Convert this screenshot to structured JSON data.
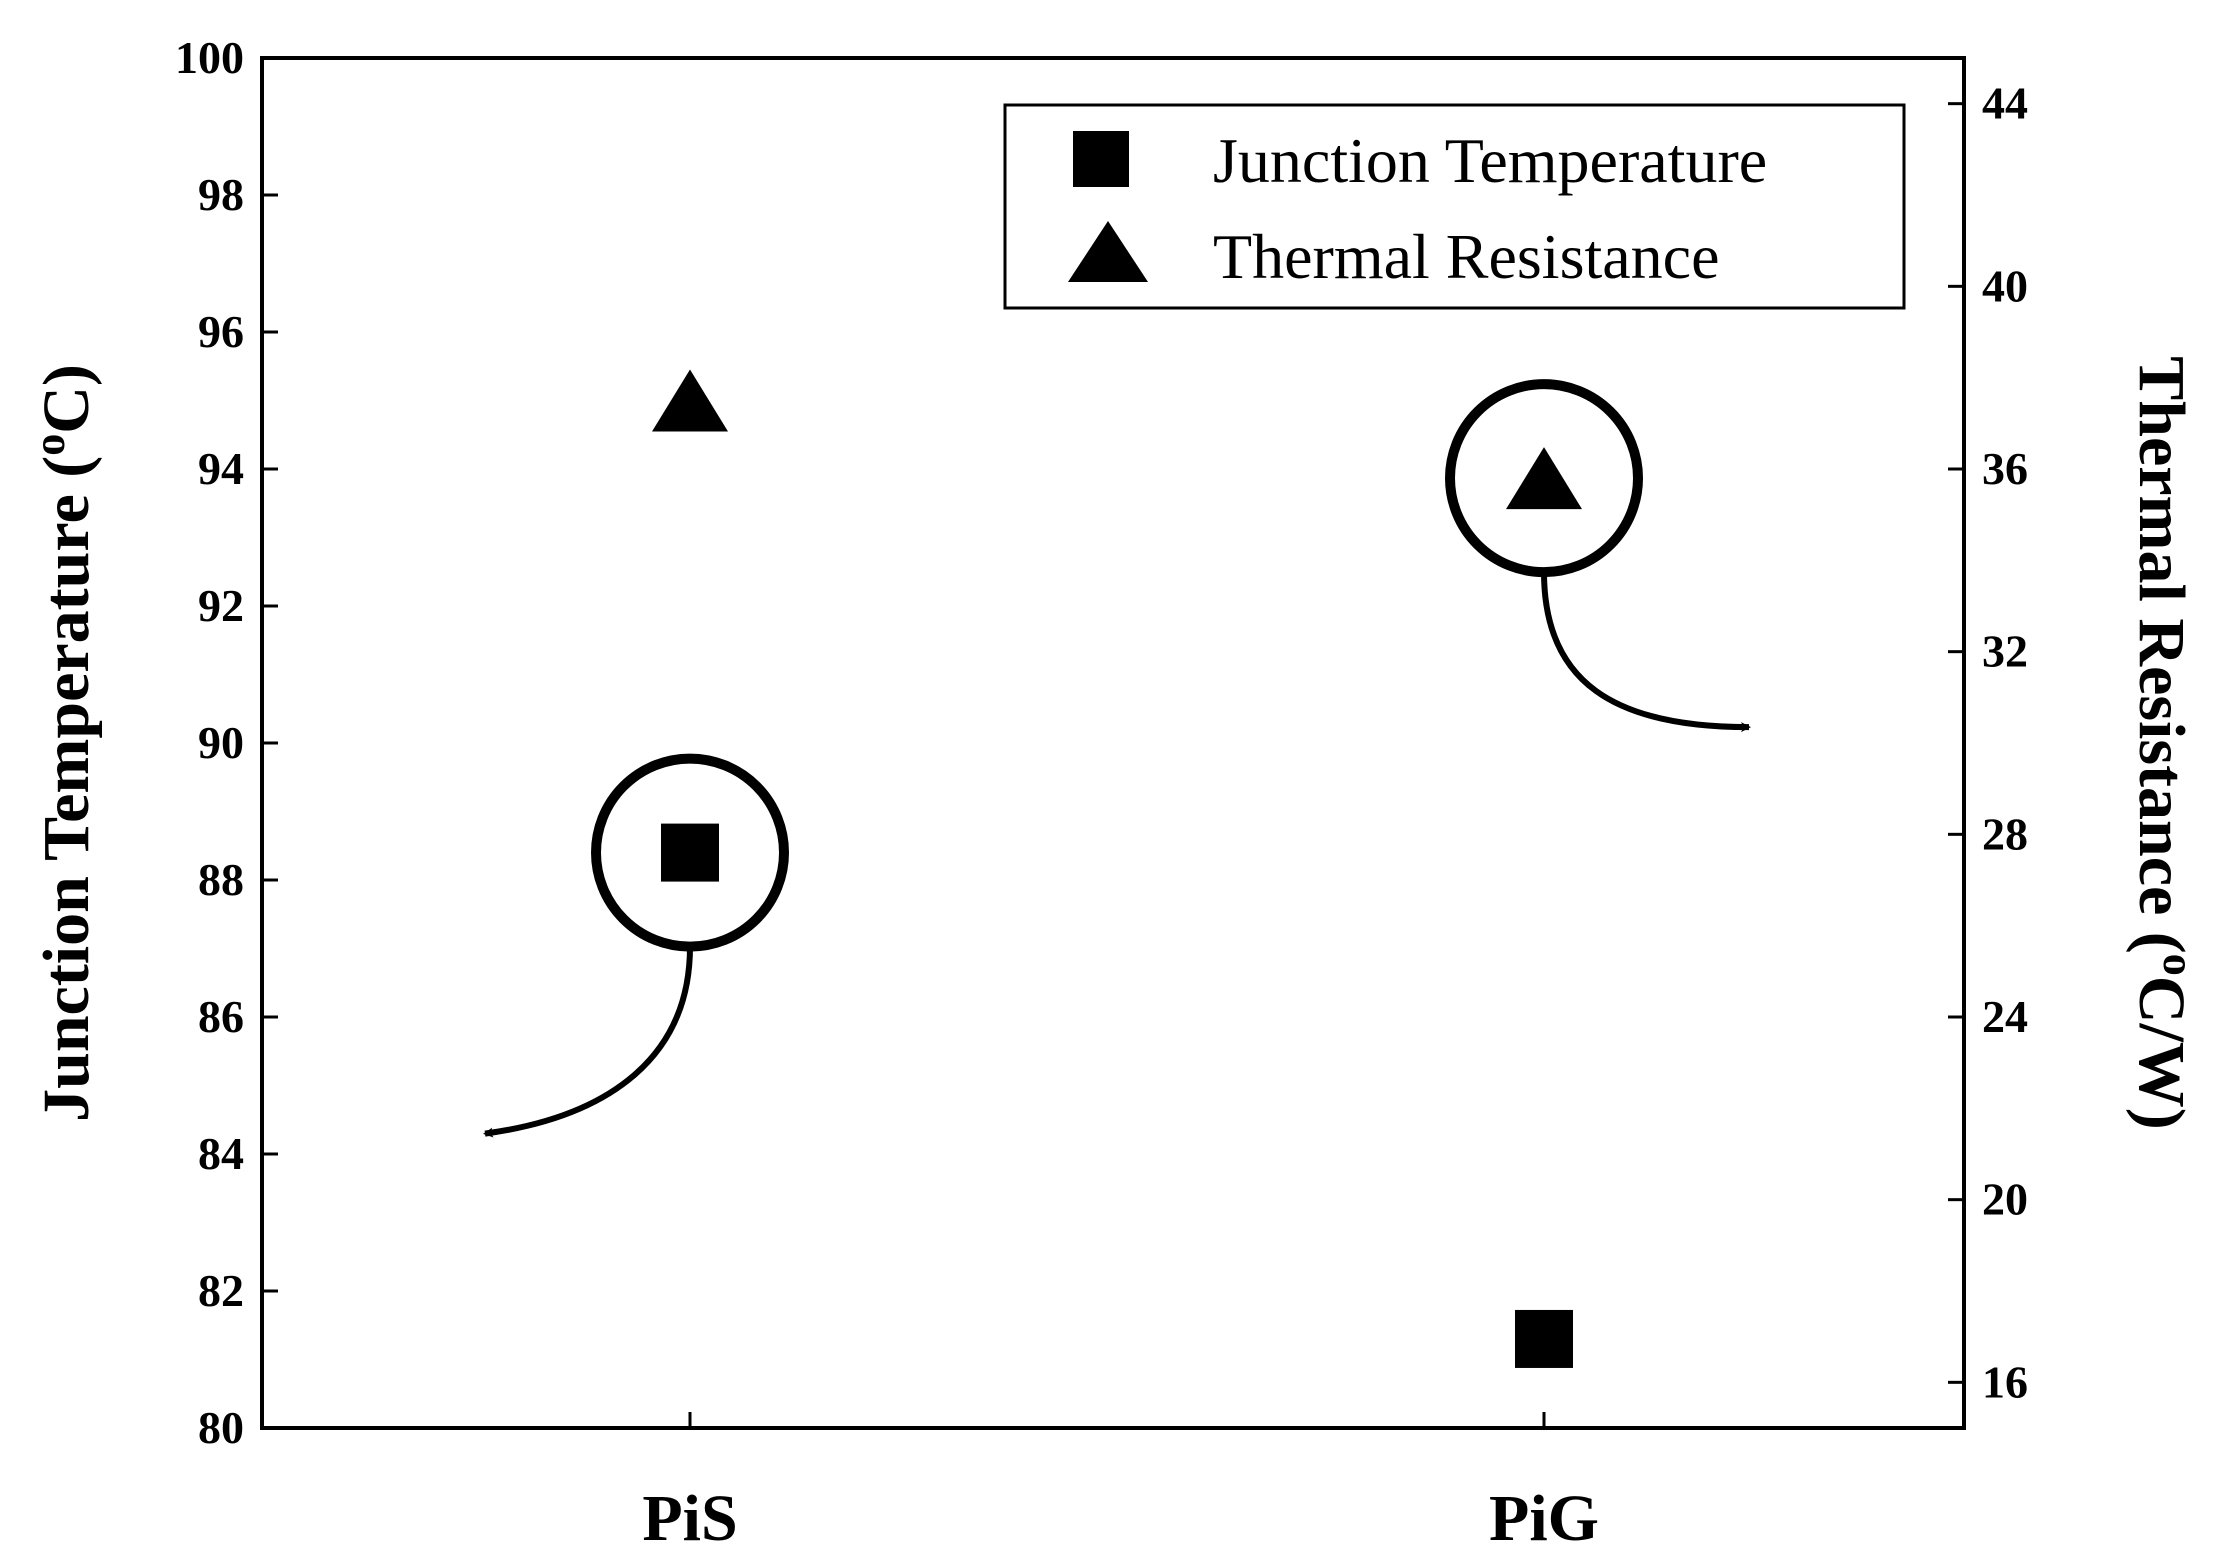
{
  "chart_data": {
    "type": "scatter",
    "categories": [
      "PiS",
      "PiG"
    ],
    "series": [
      {
        "name": "Junction Temperature",
        "axis": "left",
        "marker": "square",
        "values": [
          88.4,
          81.3
        ]
      },
      {
        "name": "Thermal Resistance",
        "axis": "right",
        "marker": "triangle",
        "values": [
          37.5,
          35.8
        ]
      }
    ],
    "ylabel": "Junction Temperature (oC)",
    "ylabel_main": "Junction Temperature (",
    "ylabel_sup": "o",
    "ylabel_end": "C)",
    "y2label": "Thermal Resistance (oC/W)",
    "y2label_main": "Thermal Resistance (",
    "y2label_sup": "o",
    "y2label_end": "C/W)",
    "ylim": [
      80,
      100
    ],
    "yticks": [
      "80",
      "82",
      "84",
      "86",
      "88",
      "90",
      "92",
      "94",
      "96",
      "98",
      "100"
    ],
    "y2lim": [
      15,
      45
    ],
    "y2ticks": [
      "16",
      "20",
      "24",
      "28",
      "32",
      "36",
      "40",
      "44"
    ],
    "legend_position": "top-right",
    "grid": false,
    "annotations": [
      {
        "type": "circle-arrow",
        "target_series": 0,
        "target_category": 0,
        "arrow_direction": "left",
        "meaning": "points to left axis"
      },
      {
        "type": "circle-arrow",
        "target_series": 1,
        "target_category": 1,
        "arrow_direction": "right",
        "meaning": "points to right axis"
      }
    ]
  }
}
